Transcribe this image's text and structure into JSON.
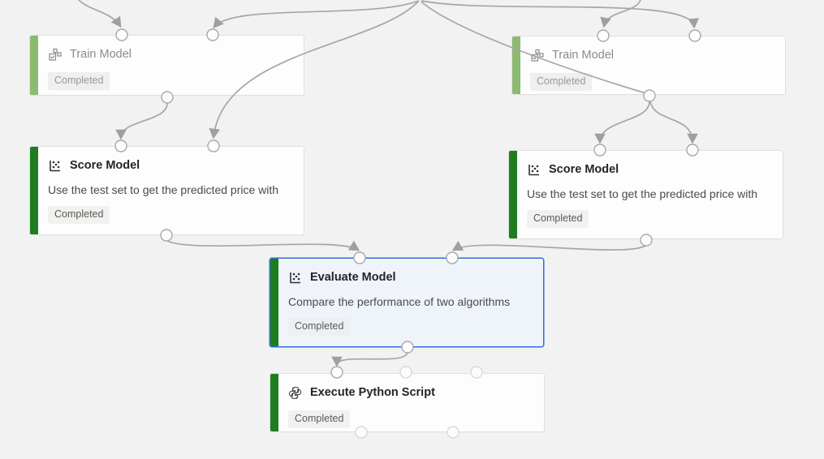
{
  "canvas": {
    "background_color": "#f2f2f2",
    "edge_color": "#a6a6a6",
    "selected_border_color": "#2e6fd6",
    "selected_background_color": "#eff4fb",
    "accent_color_completed": "#1e7e1f",
    "accent_color_muted": "#8cba70"
  },
  "nodes": [
    {
      "id": "train-model-left",
      "title": "Train Model",
      "description": "",
      "status": "Completed",
      "icon": "flowchart-check-icon",
      "muted": true,
      "selected": false
    },
    {
      "id": "train-model-right",
      "title": "Train Model",
      "description": "",
      "status": "Completed",
      "icon": "flowchart-check-icon",
      "muted": true,
      "selected": false
    },
    {
      "id": "score-model-left",
      "title": "Score Model",
      "description": "Use the test set to get the predicted price with",
      "status": "Completed",
      "icon": "scatter-plot-icon",
      "muted": false,
      "selected": false
    },
    {
      "id": "score-model-right",
      "title": "Score Model",
      "description": "Use the test set to get the predicted price with",
      "status": "Completed",
      "icon": "scatter-plot-icon",
      "muted": false,
      "selected": false
    },
    {
      "id": "evaluate-model",
      "title": "Evaluate Model",
      "description": "Compare the performance of two algorithms",
      "status": "Completed",
      "icon": "scatter-plot-icon",
      "muted": false,
      "selected": true
    },
    {
      "id": "execute-python",
      "title": "Execute Python Script",
      "description": "",
      "status": "Completed",
      "icon": "python-icon",
      "muted": false,
      "selected": false
    }
  ]
}
